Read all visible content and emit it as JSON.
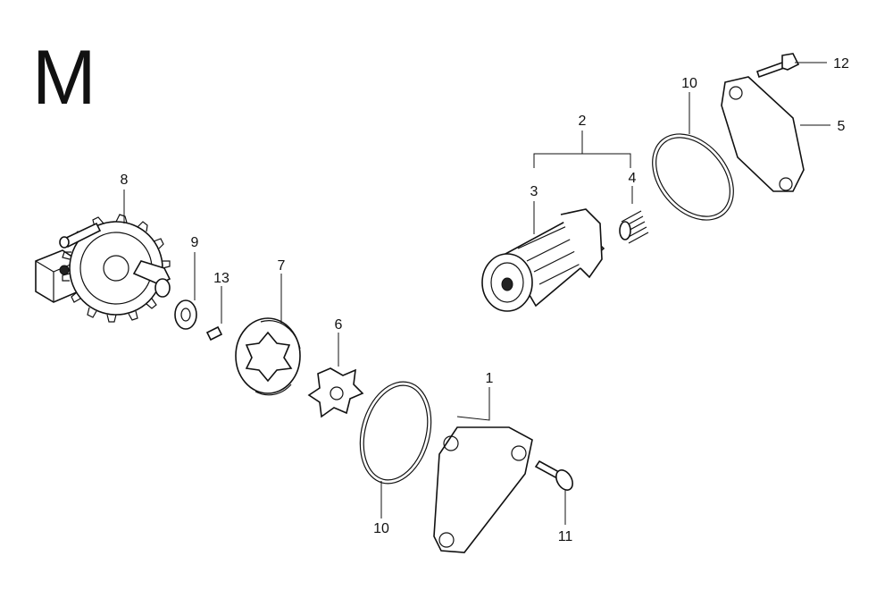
{
  "diagram": {
    "section_letter": "M",
    "callouts": {
      "p1": "1",
      "p2": "2",
      "p3": "3",
      "p4": "4",
      "p5": "5",
      "p6": "6",
      "p7": "7",
      "p8": "8",
      "p9": "9",
      "p10a": "10",
      "p10b": "10",
      "p11": "11",
      "p12": "12",
      "p13": "13"
    }
  }
}
